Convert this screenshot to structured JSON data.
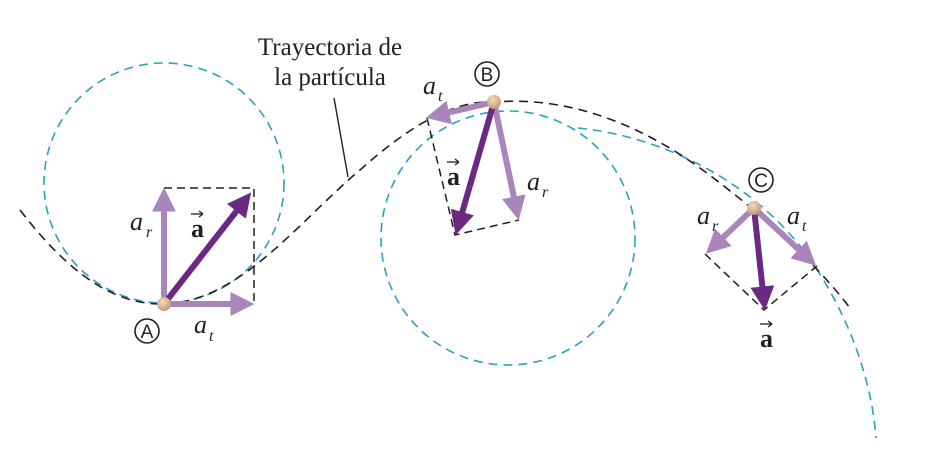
{
  "caption": {
    "line1": "Trayectoria de",
    "line2": "la partícula"
  },
  "points": [
    {
      "id": "A",
      "letter": "A",
      "ar": "a",
      "ar_sub": "r",
      "at": "a",
      "at_sub": "t",
      "a_vec": "a"
    },
    {
      "id": "B",
      "letter": "B",
      "ar": "a",
      "ar_sub": "r",
      "at": "a",
      "at_sub": "t",
      "a_vec": "a"
    },
    {
      "id": "C",
      "letter": "C",
      "ar": "a",
      "ar_sub": "r",
      "at": "a",
      "at_sub": "t",
      "a_vec": "a"
    }
  ],
  "colors": {
    "trajectory": "#231f20",
    "circle": "#2aa1c0",
    "component_arrow": "#a986b9",
    "total_arrow": "#6a2a83",
    "particle": "#d6b08c"
  }
}
